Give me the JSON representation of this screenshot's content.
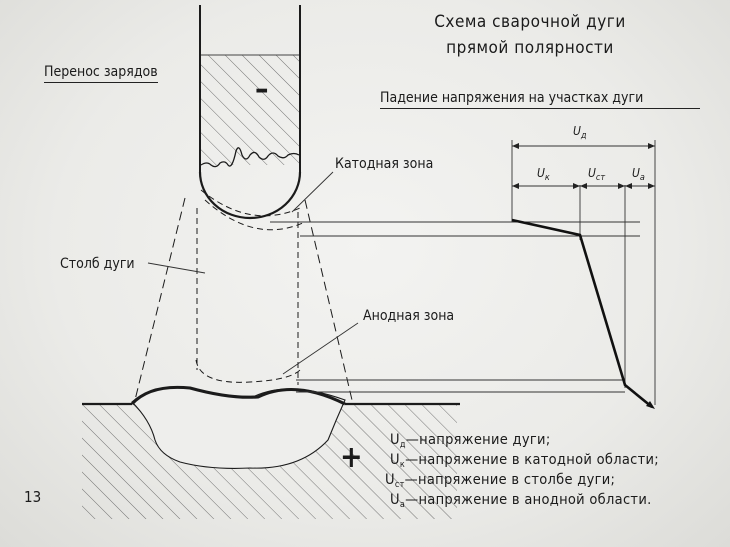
{
  "title": {
    "line1": "Схема сварочной дуги",
    "line2": "прямой полярности"
  },
  "section_charge": "Перенос зарядов",
  "section_voltage": "Падение напряжения на участках дуги",
  "labels": {
    "cathode_zone": "Катодная зона",
    "arc_column": "Столб дуги",
    "anode_zone": "Анодная зона",
    "minus_sign": "–",
    "plus_sign": "+"
  },
  "voltage_labels": {
    "ud_main": "U",
    "ud_sub": "д",
    "uk_main": "U",
    "uk_sub": "к",
    "ust_main": "U",
    "ust_sub": "ст",
    "ua_main": "U",
    "ua_sub": "а"
  },
  "legend": [
    {
      "sym": "U",
      "sub": "д",
      "text": "—напряжение дуги;"
    },
    {
      "sym": "U",
      "sub": "к",
      "text": "—напряжение в катодной области;"
    },
    {
      "sym": "U",
      "sub": "ст",
      "text": "—напряжение в столбе дуги;"
    },
    {
      "sym": "U",
      "sub": "а",
      "text": "—напряжение в анодной области."
    }
  ],
  "page_number": "13",
  "colors": {
    "ink": "#1b1b1b",
    "paper": "#ececea"
  }
}
